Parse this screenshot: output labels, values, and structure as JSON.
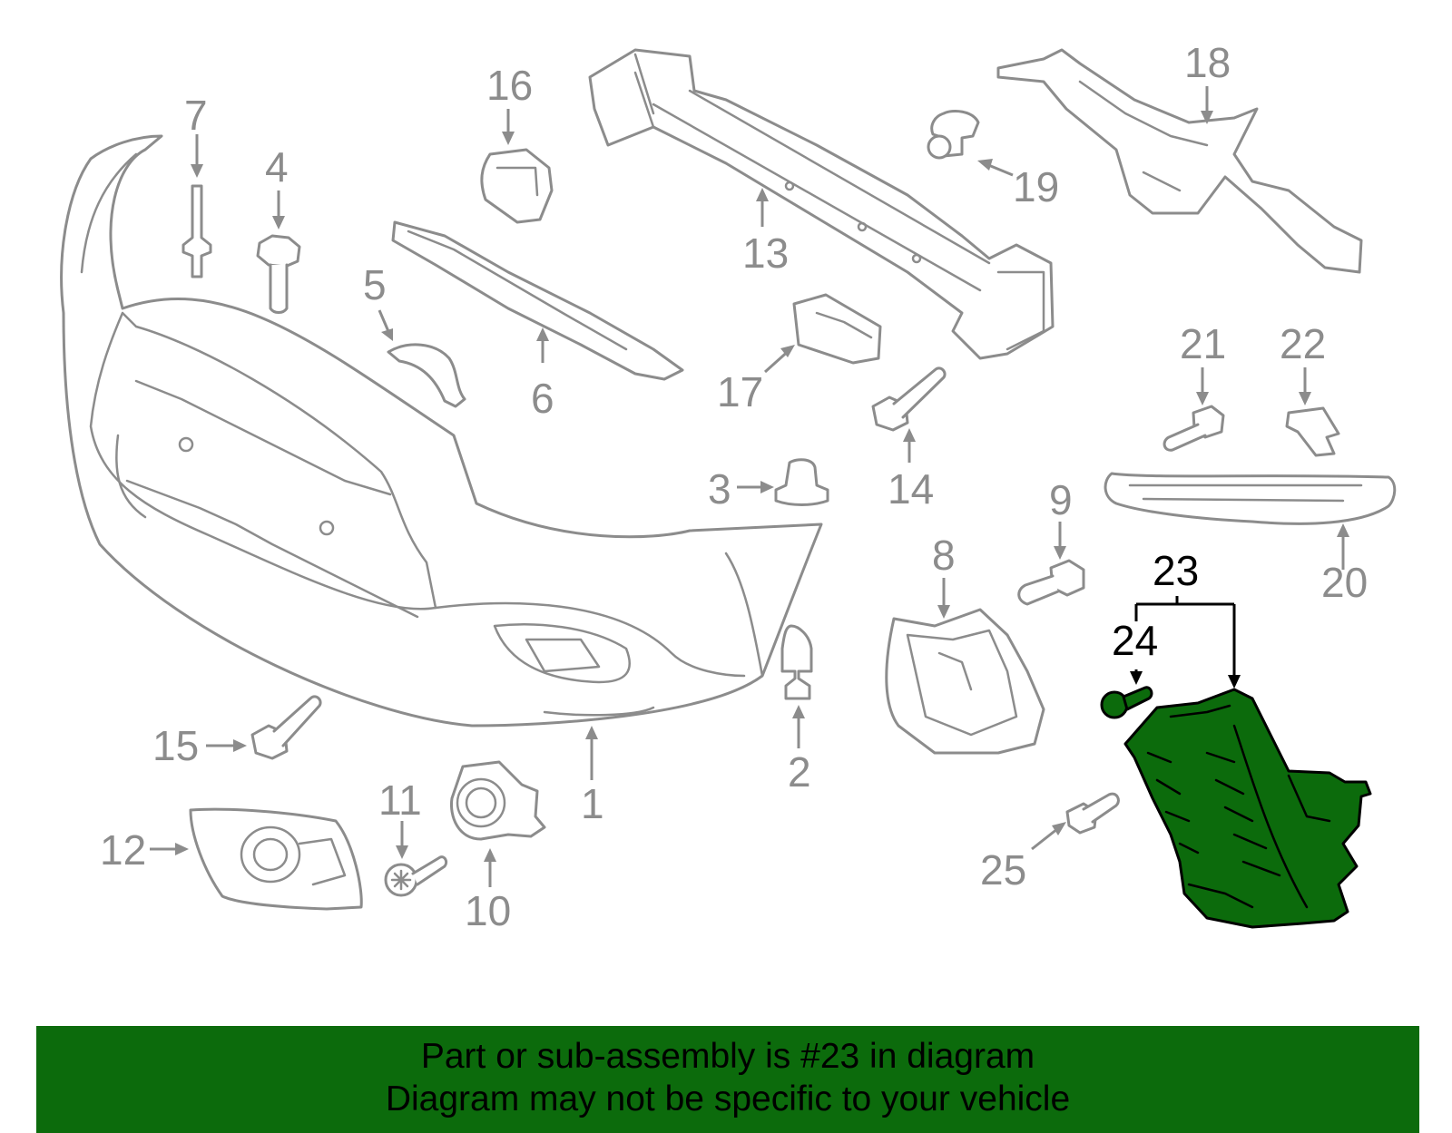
{
  "diagram": {
    "highlight_color": "#0c6b0c",
    "part_line_color": "#8c8c8c",
    "callouts": {
      "c1": "1",
      "c2": "2",
      "c3": "3",
      "c4": "4",
      "c5": "5",
      "c6": "6",
      "c7": "7",
      "c8": "8",
      "c9": "9",
      "c10": "10",
      "c11": "11",
      "c12": "12",
      "c13": "13",
      "c14": "14",
      "c15": "15",
      "c16": "16",
      "c17": "17",
      "c18": "18",
      "c19": "19",
      "c20": "20",
      "c21": "21",
      "c22": "22",
      "c23": "23",
      "c24": "24",
      "c25": "25"
    },
    "highlighted_callouts": [
      "23",
      "24"
    ]
  },
  "banner": {
    "line1": "Part or sub-assembly is #23 in diagram",
    "line2": "Diagram may not be specific to your vehicle"
  }
}
